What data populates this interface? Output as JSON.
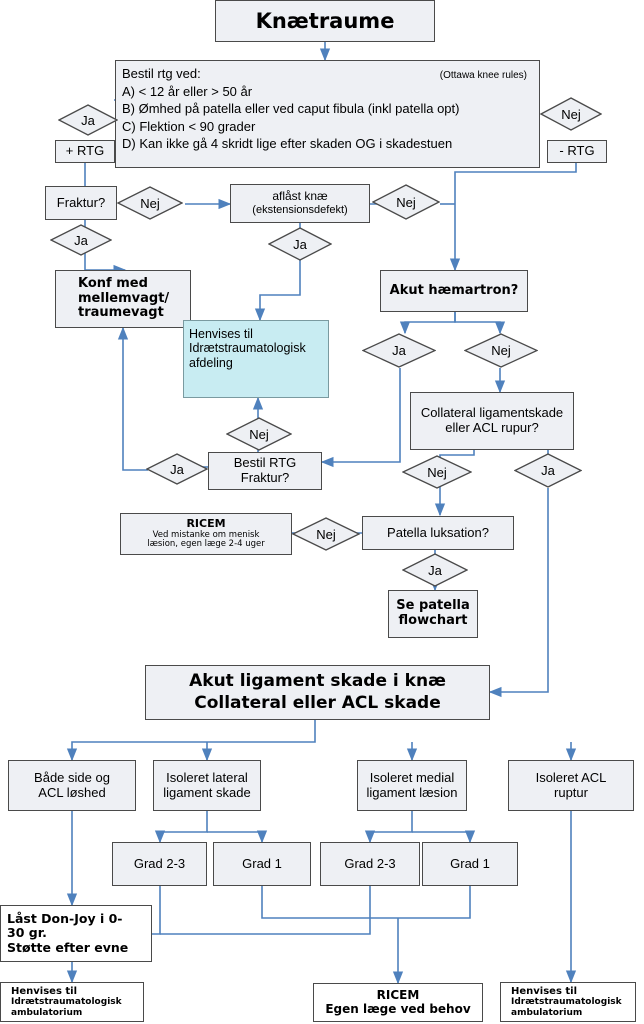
{
  "title": "Knætraume",
  "ottawa": {
    "header": "Bestil rtg ved:",
    "tag": "(Ottawa knee rules)",
    "a": "A) < 12  år eller > 50 år",
    "b": "B) Ømhed på patella eller ved caput fibula (inkl patella opt)",
    "c": "C) Flektion < 90 grader",
    "d": "D) Kan ikke gå 4 skridt lige efter skaden OG i skadestuen"
  },
  "plus_rtg": "+ RTG",
  "minus_rtg": "- RTG",
  "fraktur": "Fraktur?",
  "aflast": {
    "l1": "aflåst knæ",
    "l2": "(ekstensionsdefekt)"
  },
  "konf": {
    "l1": "Konf med",
    "l2": "mellemvagt/",
    "l3": "traumevagt"
  },
  "akut_haemartron": "Akut hæmartron?",
  "henvises_idraet": {
    "l1": "Henvises til",
    "l2": "Idrætstraumatologisk",
    "l3": "afdeling"
  },
  "collateral": {
    "l1": "Collateral ligamentskade",
    "l2": "eller ACL rupur?"
  },
  "bestil_rtg": {
    "l1": "Bestil RTG",
    "l2": "Fraktur?"
  },
  "ricem_top": {
    "l1": "RICEM",
    "l2": "Ved mistanke om menisk",
    "l3": "læsion, egen læge 2-4 uger"
  },
  "patella_luksation": "Patella luksation?",
  "se_patella": {
    "l1": "Se patella",
    "l2": "flowchart"
  },
  "akut_ligament": {
    "l1": "Akut ligament skade i knæ",
    "l2": "Collateral eller ACL skade"
  },
  "baade_side": {
    "l1": "Både side og",
    "l2": "ACL løshed"
  },
  "iso_lateral": {
    "l1": "Isoleret lateral",
    "l2": "ligament skade"
  },
  "iso_medial": {
    "l1": "Isoleret medial",
    "l2": "ligament læsion"
  },
  "iso_acl": {
    "l1": "Isoleret ACL",
    "l2": "ruptur"
  },
  "grad23": "Grad 2-3",
  "grad1": "Grad 1",
  "laast": {
    "l1": "Låst Don-Joy i 0-",
    "l2": "30 gr.",
    "l3": "Støtte efter evne"
  },
  "henvises_amb": {
    "l1": "Henvises til",
    "l2": "Idrætstraumatologisk",
    "l3": "ambulatorium"
  },
  "ricem_bottom": {
    "l1": "RICEM",
    "l2": "Egen læge ved behov"
  },
  "ja": "Ja",
  "nej": "Nej",
  "colors": {
    "box_fill": "#eef0f4",
    "highlight_fill": "#c8ecf2",
    "border": "#4a4a4a",
    "arrow": "#4f81bd"
  }
}
